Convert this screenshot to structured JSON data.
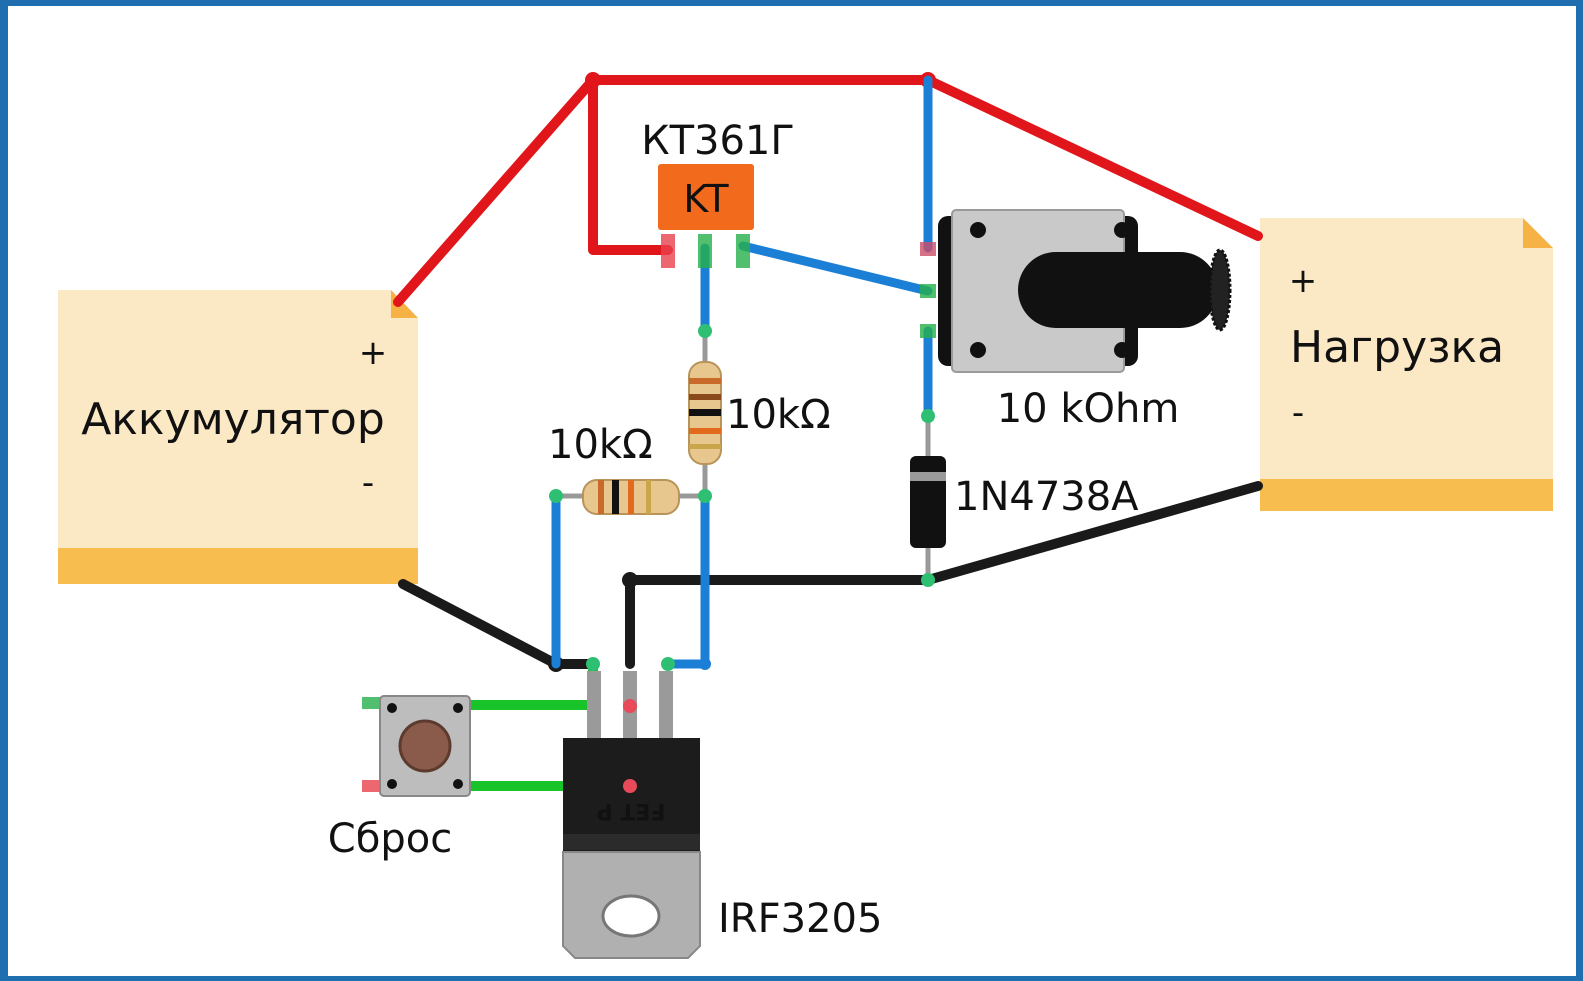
{
  "blocks": {
    "battery": {
      "plus": "+",
      "name": "Аккумулятор",
      "minus": "-"
    },
    "load": {
      "plus": "+",
      "name": "Нагрузка",
      "minus": "-"
    }
  },
  "components": {
    "transistor": {
      "label": "КТ361Г",
      "marking": "KT"
    },
    "resistor_vertical": {
      "value": "10kΩ"
    },
    "resistor_horizontal": {
      "value": "10kΩ"
    },
    "potentiometer": {
      "value": "10 kOhm"
    },
    "diode": {
      "label": "1N4738A"
    },
    "mosfet": {
      "label": "IRF3205",
      "marking": "FET P"
    },
    "button": {
      "label": "Сброс"
    }
  },
  "colors": {
    "wire_positive": "#e0161b",
    "wire_negative": "#1a1a1a",
    "wire_signal": "#1b7fd6",
    "wire_button": "#19c32a",
    "note_body": "#fbe8c4",
    "note_band": "#f7be4f",
    "transistor_body": "#f26b1d"
  }
}
